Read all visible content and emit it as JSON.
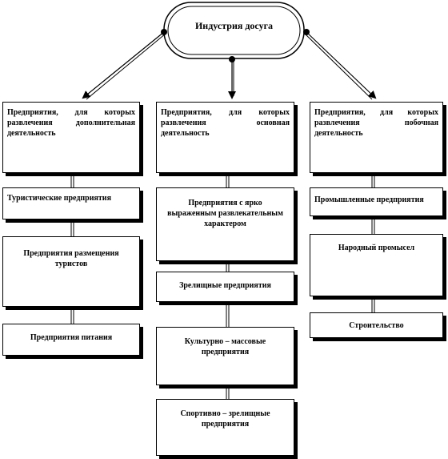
{
  "root": {
    "label": "Индустрия досуга"
  },
  "columns": [
    {
      "header": "Предприятия, для которых развлечения дополнительная деятельность",
      "items": [
        "Туристические предприятия",
        "Предприятия размещения туристов",
        "Предприятия питания"
      ]
    },
    {
      "header": "Предприятия, для которых развлечения основная деятельность",
      "items": [
        "Предприятия с ярко выраженным развлекательным характером",
        "Зрелищные предприятия",
        "Культурно – массовые предприятия",
        "Спортивно – зрелищные предприятия"
      ]
    },
    {
      "header": "Предприятия, для которых развлечения побочная деятельность",
      "items": [
        "Промышленные предприятия",
        "Народный промысел",
        "Строительство"
      ]
    }
  ]
}
